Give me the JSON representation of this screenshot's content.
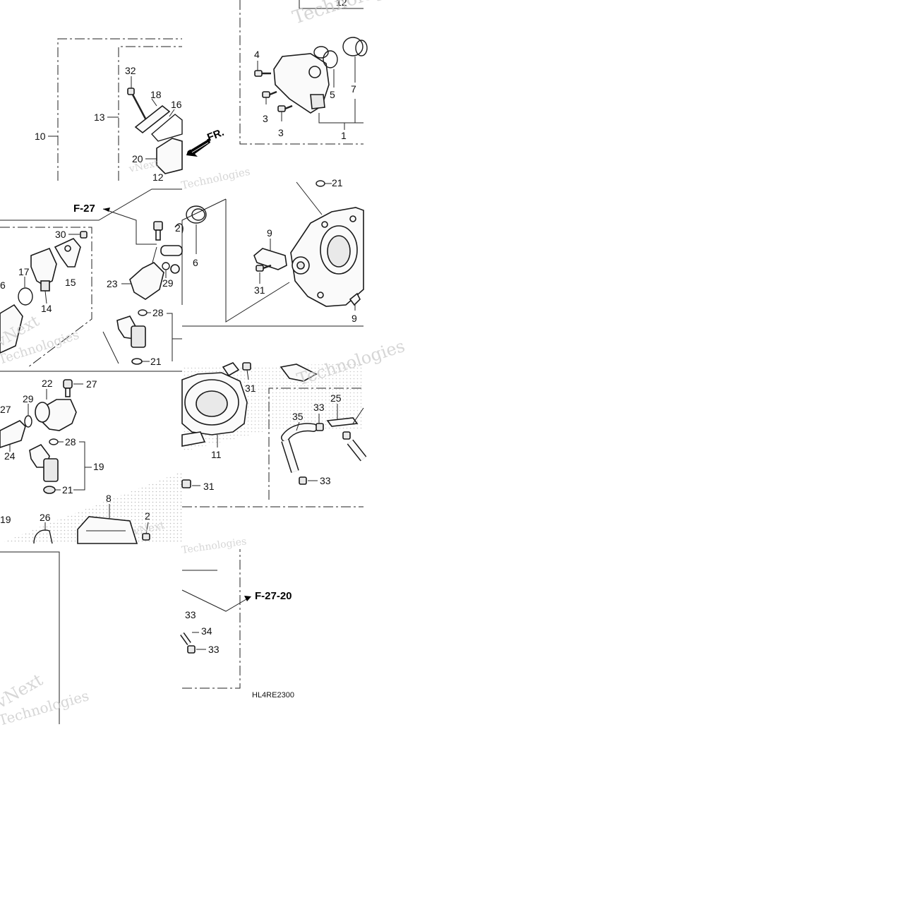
{
  "diagram": {
    "code": "HL4RE2300",
    "refs": [
      "F-27",
      "F-27-20"
    ],
    "fr_label": "FR.",
    "callouts": {
      "c1": "1",
      "c2": "2",
      "c3": "3",
      "c4": "4",
      "c5": "5",
      "c6": "6",
      "c7": "7",
      "c8": "8",
      "c9": "9",
      "c10": "10",
      "c11": "11",
      "c12": "12",
      "c13": "13",
      "c14": "14",
      "c15": "15",
      "c16": "16",
      "c17": "17",
      "c18": "18",
      "c19": "19",
      "c20": "20",
      "c21": "21",
      "c22": "22",
      "c23": "23",
      "c24": "24",
      "c25": "25",
      "c26": "26",
      "c27": "27",
      "c28": "28",
      "c29": "29",
      "c30": "30",
      "c31": "31",
      "c32": "32",
      "c33": "33",
      "c34": "34",
      "c35": "35"
    },
    "watermark": {
      "brand": "vNext",
      "word": "Technologies"
    }
  }
}
